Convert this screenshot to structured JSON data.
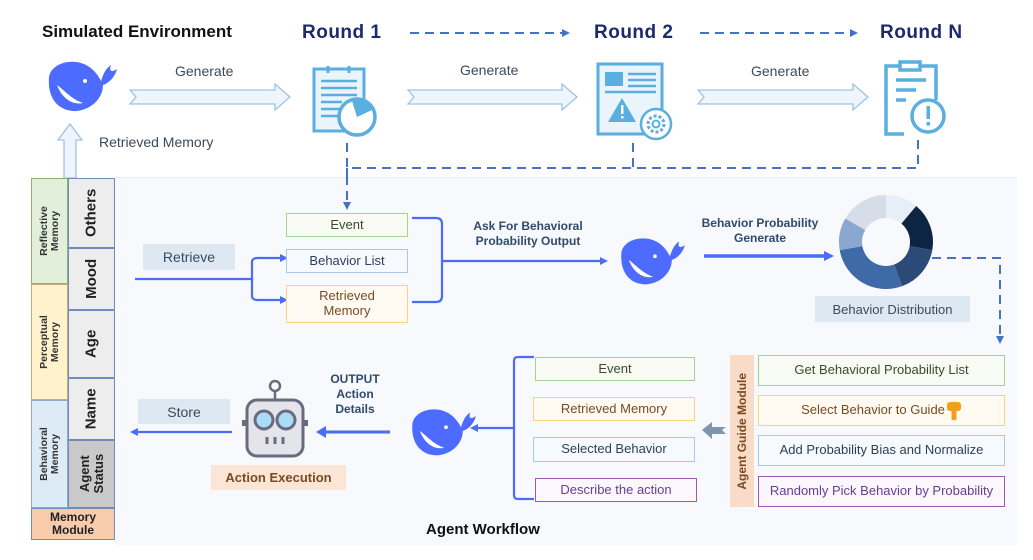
{
  "header": {
    "simulated_environment": "Simulated Environment",
    "rounds": [
      "Round  1",
      "Round  2",
      "Round  N"
    ],
    "generate_labels": [
      "Generate",
      "Generate",
      "Generate"
    ],
    "retrieved_memory": "Retrieved Memory"
  },
  "memory_module": {
    "title": "Memory Module",
    "groups": [
      {
        "label": "Reflective Memory",
        "color": "#e2efda"
      },
      {
        "label": "Perceptual Memory",
        "color": "#fff2cc"
      },
      {
        "label": "Behavioral Memory",
        "color": "#ddebf7"
      }
    ],
    "items": [
      "Others",
      "Mood",
      "Age",
      "Name",
      "Agent Status"
    ]
  },
  "workflow": {
    "retrieve_label": "Retrieve",
    "input_boxes": [
      "Event",
      "Behavior List",
      "Retrieved Memory"
    ],
    "ask_label": "Ask For Behavioral Probability Output",
    "prob_generate_label": "Behavior Probability Generate",
    "distribution_label": "Behavior Distribution",
    "guide_module": {
      "title": "Agent  Guide Module",
      "steps": [
        "Get Behavioral Probability List",
        "Select Behavior to Guide",
        "Add Probability Bias and Normalize",
        "Randomly Pick Behavior by Probability"
      ]
    },
    "action_inputs": [
      "Event",
      "Retrieved Memory",
      "Selected Behavior",
      "Describe the action"
    ],
    "output_label": "OUTPUT Action Details",
    "action_execution": "Action Execution",
    "store_label": "Store",
    "title": "Agent Workflow"
  },
  "colors": {
    "accent_blue": "#4a6cf7",
    "dashed_blue": "#4472c4",
    "whale": "#4d6bfe",
    "icon_blue": "#5aaee0"
  }
}
